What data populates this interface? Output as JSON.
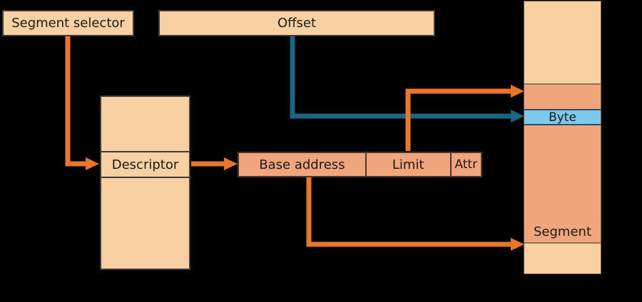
{
  "colors": {
    "background": "#000000",
    "peach": "#F9D0A2",
    "salmon": "#F0A57C",
    "byte_blue": "#7FC9EC",
    "arrow_orange": "#E8762C",
    "arrow_blue": "#1C6484",
    "border_dark": "#3C3C3C",
    "border_entry": "#4A3A2E",
    "border_brown": "#8F7456",
    "byte_border": "#2E4D66",
    "text": "#1B1B1B"
  },
  "segment_selector": {
    "label": "Segment selector"
  },
  "offset": {
    "label": "Offset"
  },
  "descriptor_table": {
    "descriptor_label": "Descriptor"
  },
  "descriptor_entry": {
    "base_address_label": "Base address",
    "limit_label": "Limit",
    "attr_label": "Attr"
  },
  "memory": {
    "byte_label": "Byte",
    "segment_label": "Segment"
  },
  "arrows": [
    {
      "name": "selector-to-descriptor",
      "color": "orange",
      "from": "Segment selector",
      "to": "Descriptor"
    },
    {
      "name": "descriptor-to-entry",
      "color": "orange",
      "from": "Descriptor",
      "to": "Base address"
    },
    {
      "name": "offset-to-byte",
      "color": "blue",
      "from": "Offset",
      "to": "Byte"
    },
    {
      "name": "limit-to-segment-top",
      "color": "orange",
      "from": "Limit",
      "to": "Segment top"
    },
    {
      "name": "base-to-segment-bottom",
      "color": "orange",
      "from": "Base address",
      "to": "Segment bottom"
    }
  ]
}
